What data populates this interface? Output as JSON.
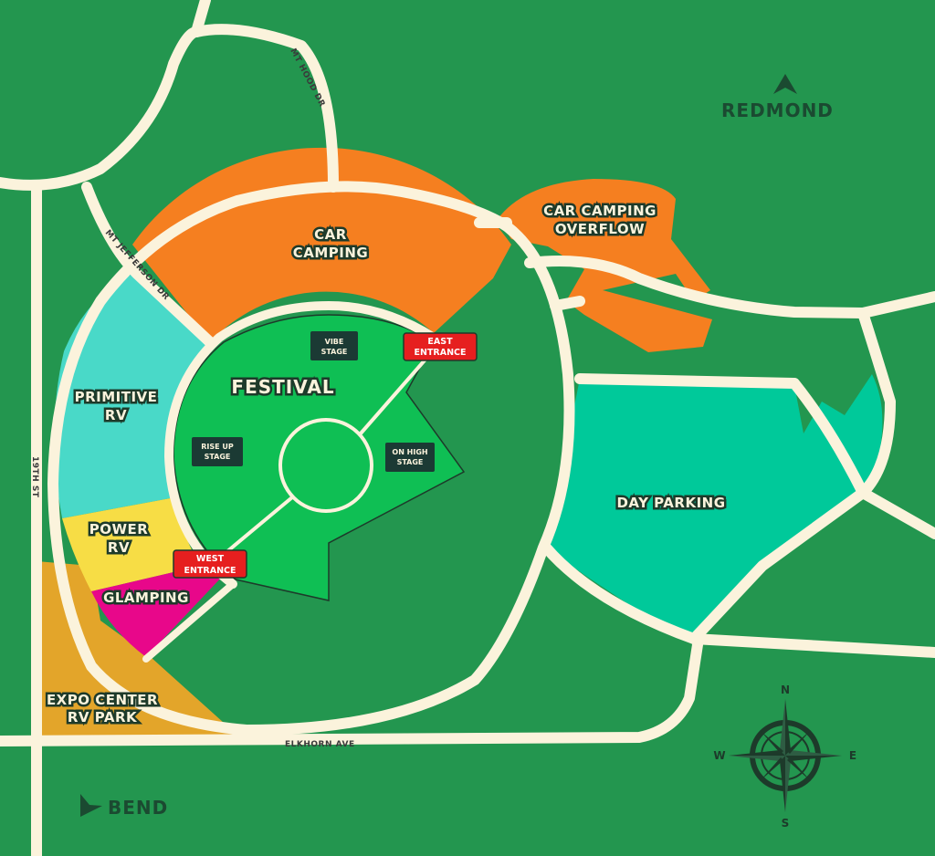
{
  "zones": {
    "car_camping": "CAR\nCAMPING",
    "car_camping_overflow": "CAR CAMPING\nOVERFLOW",
    "primitive_rv": "PRIMITIVE\nRV",
    "power_rv": "POWER\nRV",
    "glamping": "GLAMPING",
    "expo_center_rv_park": "EXPO CENTER\nRV PARK",
    "day_parking": "DAY PARKING",
    "festival": "FESTIVAL"
  },
  "stages": {
    "vibe": "VIBE\nSTAGE",
    "rise_up": "RISE UP\nSTAGE",
    "on_high": "ON HIGH\nSTAGE"
  },
  "entrances": {
    "east": "EAST\nENTRANCE",
    "west": "WEST\nENTRANCE"
  },
  "roads": {
    "mt_hood": "MT HOOD DR",
    "mt_jefferson": "MT JEFFERSON DR",
    "nineteenth": "19TH ST",
    "elkhorn": "ELKHORN AVE"
  },
  "cities": {
    "redmond": "REDMOND",
    "bend": "BEND"
  },
  "compass": {
    "n": "N",
    "s": "S",
    "e": "E",
    "w": "W"
  },
  "colors": {
    "grass": "#23964f",
    "road": "#fbf3dc",
    "car_camping": "#f57f20",
    "primitive_rv": "#49d9c8",
    "power_rv": "#f7dd45",
    "glamping": "#e8078a",
    "expo_rv_park": "#e3a52a",
    "day_parking": "#00c99a",
    "festival": "#0fbf54",
    "stage": "#1b3a34",
    "entrance": "#e61f1f",
    "dark_text": "#1b4a31"
  }
}
